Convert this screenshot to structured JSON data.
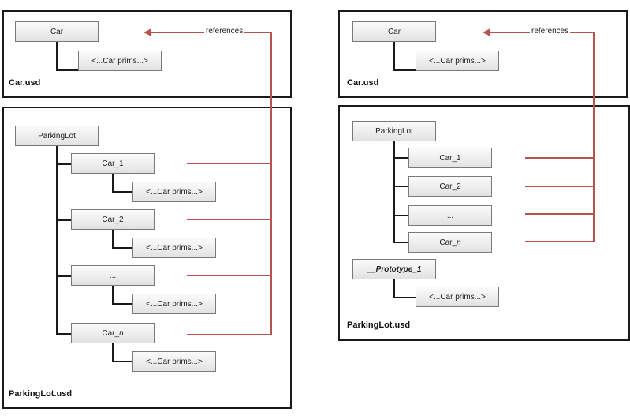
{
  "left": {
    "car_file": {
      "label": "Car.usd",
      "root": "Car",
      "prims": "<...Car prims...>",
      "references_label": "references"
    },
    "parking_file": {
      "label": "ParkingLot.usd",
      "root": "ParkingLot",
      "children": [
        {
          "name": "Car_1",
          "prims": "<...Car prims...>"
        },
        {
          "name": "Car_2",
          "prims": "<...Car prims...>"
        },
        {
          "name": "...",
          "prims": "<...Car prims...>"
        },
        {
          "name": "Car_",
          "name_suffix": "n",
          "prims": "<...Car prims...>"
        }
      ]
    }
  },
  "right": {
    "car_file": {
      "label": "Car.usd",
      "root": "Car",
      "prims": "<...Car prims...>",
      "references_label": "references"
    },
    "parking_file": {
      "label": "ParkingLot.usd",
      "root": "ParkingLot",
      "children": [
        {
          "name": "Car_1"
        },
        {
          "name": "Car_2"
        },
        {
          "name": "..."
        },
        {
          "name": "Car_",
          "name_suffix": "n"
        }
      ],
      "prototype": {
        "name": "__Prototype_1",
        "prims": "<...Car prims...>"
      }
    }
  },
  "colors": {
    "reference_line": "#b85450",
    "border": "#1a1a1a",
    "node_border": "#7a7a7a"
  }
}
